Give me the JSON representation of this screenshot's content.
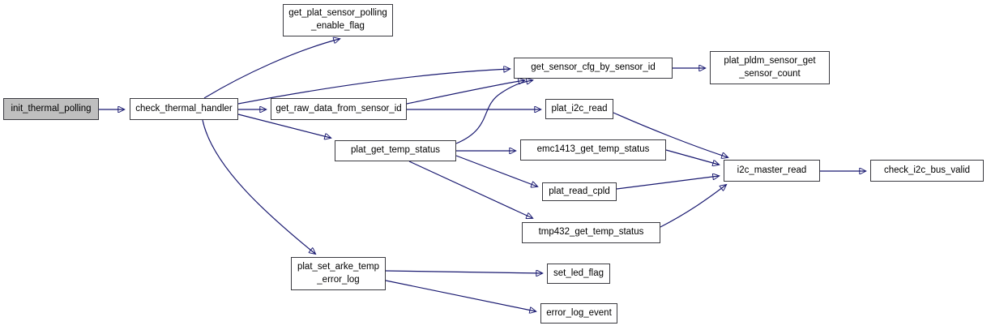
{
  "diagram": {
    "type": "call-graph",
    "edge_color": "#191970",
    "node_fill": "#ffffff",
    "node_border_color": "#3a3a40",
    "highlight_fill": "#bfbfbf",
    "nodes": [
      {
        "id": "init_thermal_polling",
        "label": "init_thermal_polling",
        "highlight": true
      },
      {
        "id": "check_thermal_handler",
        "label": "check_thermal_handler",
        "highlight": false
      },
      {
        "id": "get_plat_sensor_polling_enable_flag",
        "label": "get_plat_sensor_polling\n_enable_flag",
        "highlight": false
      },
      {
        "id": "get_raw_data_from_sensor_id",
        "label": "get_raw_data_from_sensor_id",
        "highlight": false
      },
      {
        "id": "plat_get_temp_status",
        "label": "plat_get_temp_status",
        "highlight": false
      },
      {
        "id": "plat_set_arke_temp_error_log",
        "label": "plat_set_arke_temp\n_error_log",
        "highlight": false
      },
      {
        "id": "get_sensor_cfg_by_sensor_id",
        "label": "get_sensor_cfg_by_sensor_id",
        "highlight": false
      },
      {
        "id": "plat_i2c_read",
        "label": "plat_i2c_read",
        "highlight": false
      },
      {
        "id": "emc1413_get_temp_status",
        "label": "emc1413_get_temp_status",
        "highlight": false
      },
      {
        "id": "plat_read_cpld",
        "label": "plat_read_cpld",
        "highlight": false
      },
      {
        "id": "tmp432_get_temp_status",
        "label": "tmp432_get_temp_status",
        "highlight": false
      },
      {
        "id": "set_led_flag",
        "label": "set_led_flag",
        "highlight": false
      },
      {
        "id": "error_log_event",
        "label": "error_log_event",
        "highlight": false
      },
      {
        "id": "plat_pldm_sensor_get_sensor_count",
        "label": "plat_pldm_sensor_get\n_sensor_count",
        "highlight": false
      },
      {
        "id": "i2c_master_read",
        "label": "i2c_master_read",
        "highlight": false
      },
      {
        "id": "check_i2c_bus_valid",
        "label": "check_i2c_bus_valid",
        "highlight": false
      }
    ],
    "edges": [
      {
        "from": "init_thermal_polling",
        "to": "check_thermal_handler"
      },
      {
        "from": "check_thermal_handler",
        "to": "get_plat_sensor_polling_enable_flag"
      },
      {
        "from": "check_thermal_handler",
        "to": "get_sensor_cfg_by_sensor_id"
      },
      {
        "from": "check_thermal_handler",
        "to": "get_raw_data_from_sensor_id"
      },
      {
        "from": "check_thermal_handler",
        "to": "plat_get_temp_status"
      },
      {
        "from": "check_thermal_handler",
        "to": "plat_set_arke_temp_error_log"
      },
      {
        "from": "get_raw_data_from_sensor_id",
        "to": "get_sensor_cfg_by_sensor_id"
      },
      {
        "from": "get_raw_data_from_sensor_id",
        "to": "plat_i2c_read"
      },
      {
        "from": "plat_get_temp_status",
        "to": "get_sensor_cfg_by_sensor_id"
      },
      {
        "from": "plat_get_temp_status",
        "to": "emc1413_get_temp_status"
      },
      {
        "from": "plat_get_temp_status",
        "to": "plat_read_cpld"
      },
      {
        "from": "plat_get_temp_status",
        "to": "tmp432_get_temp_status"
      },
      {
        "from": "get_sensor_cfg_by_sensor_id",
        "to": "plat_pldm_sensor_get_sensor_count"
      },
      {
        "from": "plat_i2c_read",
        "to": "i2c_master_read"
      },
      {
        "from": "emc1413_get_temp_status",
        "to": "i2c_master_read"
      },
      {
        "from": "plat_read_cpld",
        "to": "i2c_master_read"
      },
      {
        "from": "tmp432_get_temp_status",
        "to": "i2c_master_read"
      },
      {
        "from": "i2c_master_read",
        "to": "check_i2c_bus_valid"
      },
      {
        "from": "plat_set_arke_temp_error_log",
        "to": "set_led_flag"
      },
      {
        "from": "plat_set_arke_temp_error_log",
        "to": "error_log_event"
      }
    ]
  }
}
